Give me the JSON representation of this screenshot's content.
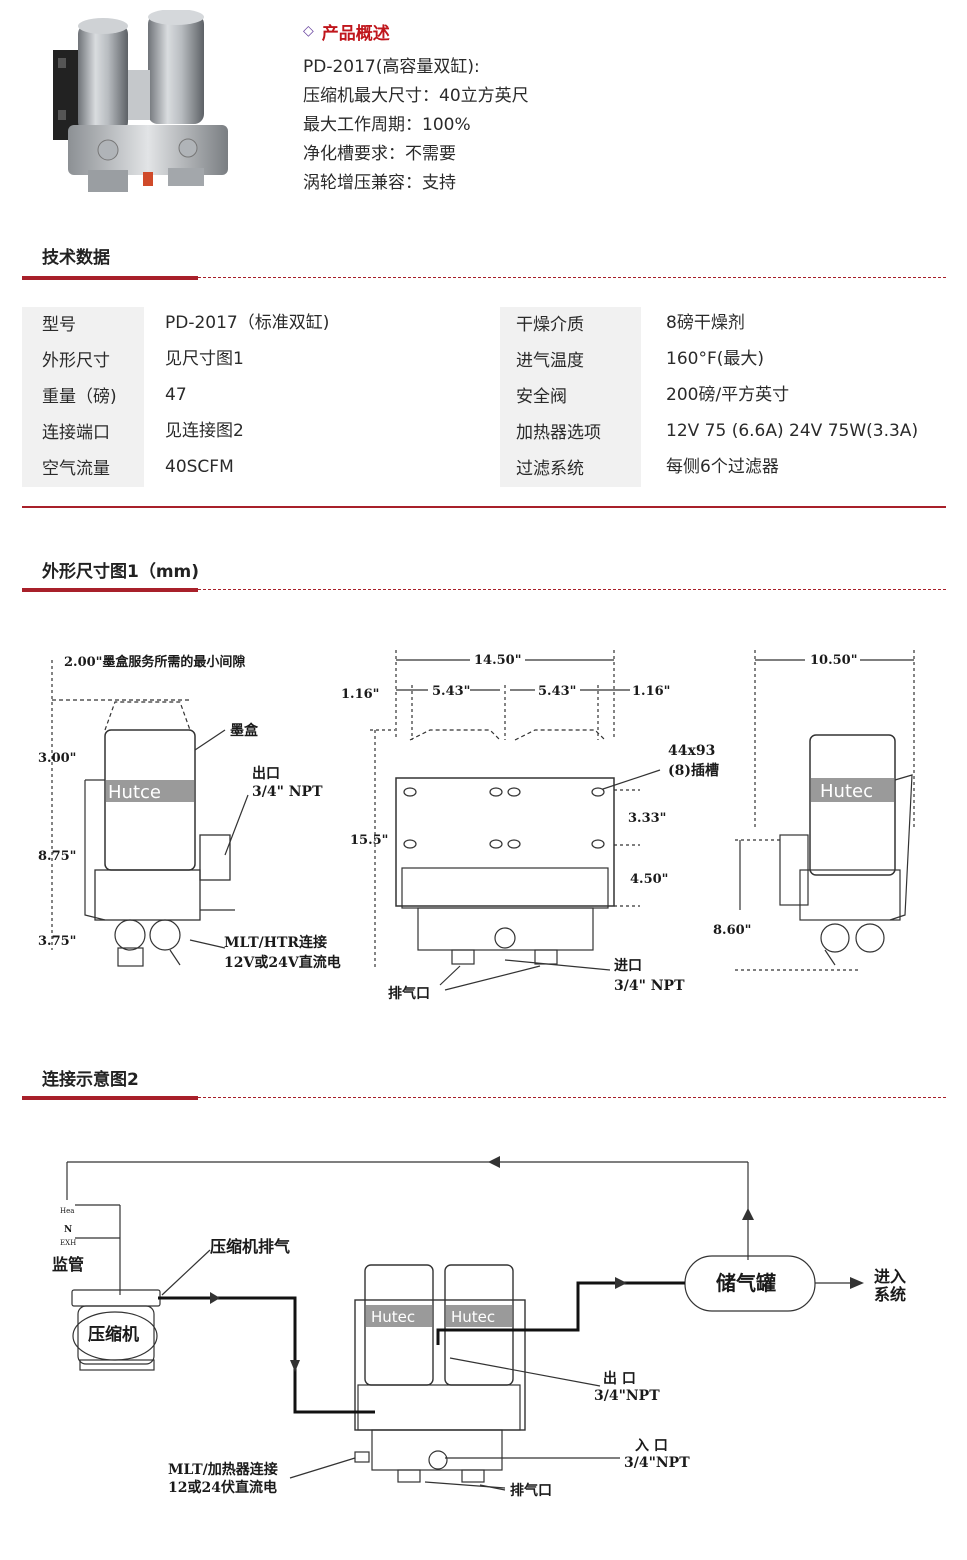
{
  "overview": {
    "title": "产品概述",
    "lines": [
      "PD-2017(高容量双缸):",
      "压缩机最大尺寸：40立方英尺",
      "最大工作周期：100%",
      "净化槽要求：不需要",
      "涡轮增压兼容：支持"
    ]
  },
  "specs": {
    "title": "技术数据",
    "left": [
      {
        "label": "型号",
        "value": "PD-2017（标准双缸)"
      },
      {
        "label": "外形尺寸",
        "value": "见尺寸图1"
      },
      {
        "label": "重量（磅)",
        "value": "47"
      },
      {
        "label": "连接端口",
        "value": "见连接图2"
      },
      {
        "label": "空气流量",
        "value": "40SCFM"
      }
    ],
    "right": [
      {
        "label": "干燥介质",
        "value": "8磅干燥剂"
      },
      {
        "label": "进气温度",
        "value": "160°F(最大)"
      },
      {
        "label": "安全阀",
        "value": "200磅/平方英寸"
      },
      {
        "label": "加热器选项",
        "value": "12V 75 (6.6A)   24V 75W(3.3A)"
      },
      {
        "label": "过滤系统",
        "value": "每侧6个过滤器"
      }
    ]
  },
  "dimensions": {
    "title": "外形尺寸图1（mm)",
    "left_view": {
      "clearance_note": "2.00\"墨盒服务所需的最小间隙",
      "dim_top": "3.00\"",
      "dim_mid": "8.75\"",
      "dim_bottom": "3.75\"",
      "cartridge_label": "墨盒",
      "brand": "Hutce",
      "outlet_label": "出口",
      "outlet_size": "3/4\" NPT",
      "mlt_label": "MLT/HTR连接",
      "mlt_voltage": "12V或24V直流电"
    },
    "front_view": {
      "overall_width": "14.50\"",
      "dim_left_edge": "1.16\"",
      "dim_left_center": "5.43\"",
      "dim_right_center": "5.43\"",
      "dim_right_edge": "1.16\"",
      "height": "15.5\"",
      "slot_size": "44x93",
      "slot_label": "(8)插槽",
      "dim_slot_gap": "3.33\"",
      "dim_slot_bottom": "4.50\"",
      "inlet_label": "进口",
      "inlet_size": "3/4\" NPT",
      "exhaust_label": "排气口"
    },
    "side_view": {
      "overall_width": "10.50\"",
      "brand": "Hutec",
      "height": "8.60\""
    }
  },
  "connection": {
    "title": "连接示意图2",
    "tiny_labels": [
      "Hea",
      "N",
      "EXH"
    ],
    "monitor_label": "监管",
    "compressor_label": "压缩机",
    "compressor_exhaust": "压缩机排气",
    "tank_label": "储气罐",
    "to_system_1": "进入",
    "to_system_2": "系统",
    "brand_left": "Hutec",
    "brand_right": "Hutec",
    "outlet_label": "出 口",
    "outlet_size": "3/4\"NPT",
    "inlet_label": "入 口",
    "inlet_size": "3/4\"NPT",
    "mlt_label": "MLT/加热器连接",
    "mlt_voltage": "12或24伏直流电",
    "exhaust_label": "排气口"
  },
  "colors": {
    "accent": "#c0161c",
    "rule": "#a8202a",
    "label_bg": "#f1f1f1"
  }
}
